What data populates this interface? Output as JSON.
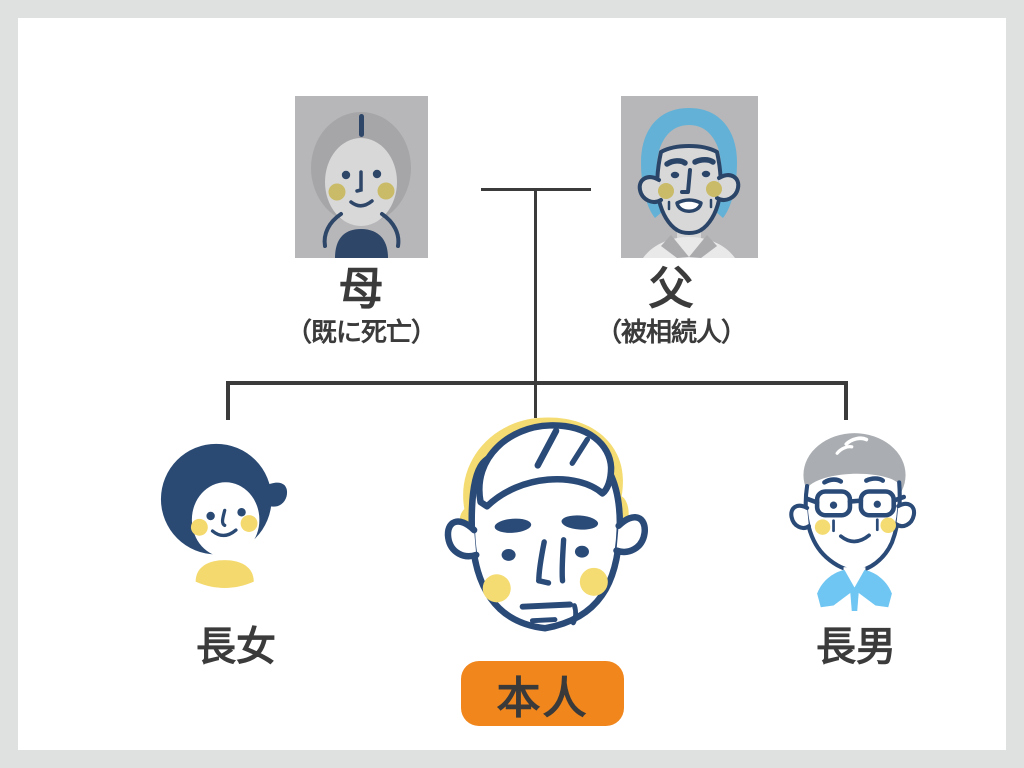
{
  "page": {
    "background": "#dfe1e1",
    "panel_background": "#ffffff"
  },
  "tree": {
    "type": "family-tree-diagram",
    "line_color": "#3b3b3b",
    "parents": [
      {
        "id": "mother",
        "name": "母",
        "note": "（既に死亡）"
      },
      {
        "id": "father",
        "name": "父",
        "note": "（被相続人）"
      }
    ],
    "children": [
      {
        "id": "eldest-daughter",
        "name": "長女"
      },
      {
        "id": "self",
        "name": "本人",
        "highlighted": true
      },
      {
        "id": "eldest-son",
        "name": "長男"
      }
    ],
    "badge": {
      "background": "#F0861C",
      "text_color": "#3A3A3A"
    },
    "palette": {
      "navy_line_art": "#2A4A78",
      "yellow": "#F4DC72",
      "photo_background": "#B7B7B9",
      "mother_hair_gray": "#A6A6A8",
      "father_hair_blue": "#63B1D6",
      "son_hair_gray": "#AAAEB2",
      "son_collar_blue": "#70C6F2",
      "muted_cheek": "#C9BB67",
      "text": "#3B3B3B"
    }
  }
}
